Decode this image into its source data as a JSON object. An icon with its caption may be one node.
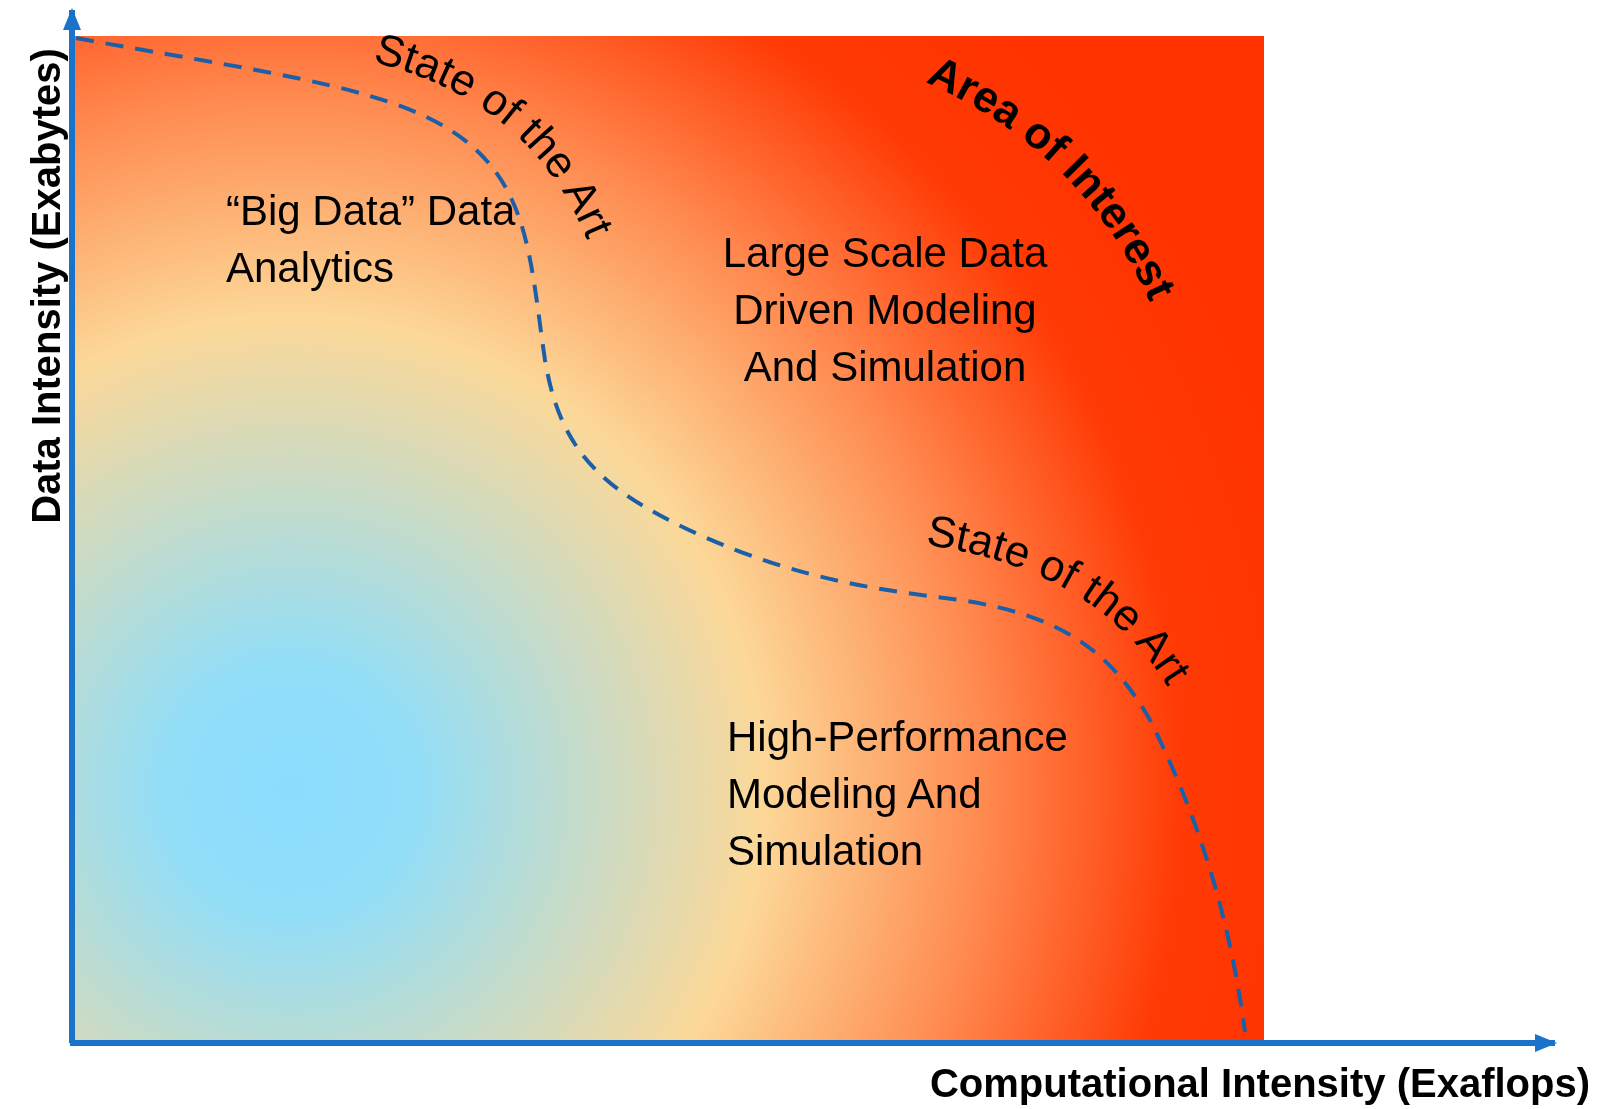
{
  "diagram": {
    "labels": [
      "State of the Art",
      "Area of Interest",
      "“Big Data” Data Analytics",
      "Large Scale Data Driven Modeling And Simulation",
      "State of the Art",
      "High-Performance Modeling And Simulation",
      "Data Intensity (Exabytes)",
      "Computational Intensity (Exaflops)"
    ]
  }
}
